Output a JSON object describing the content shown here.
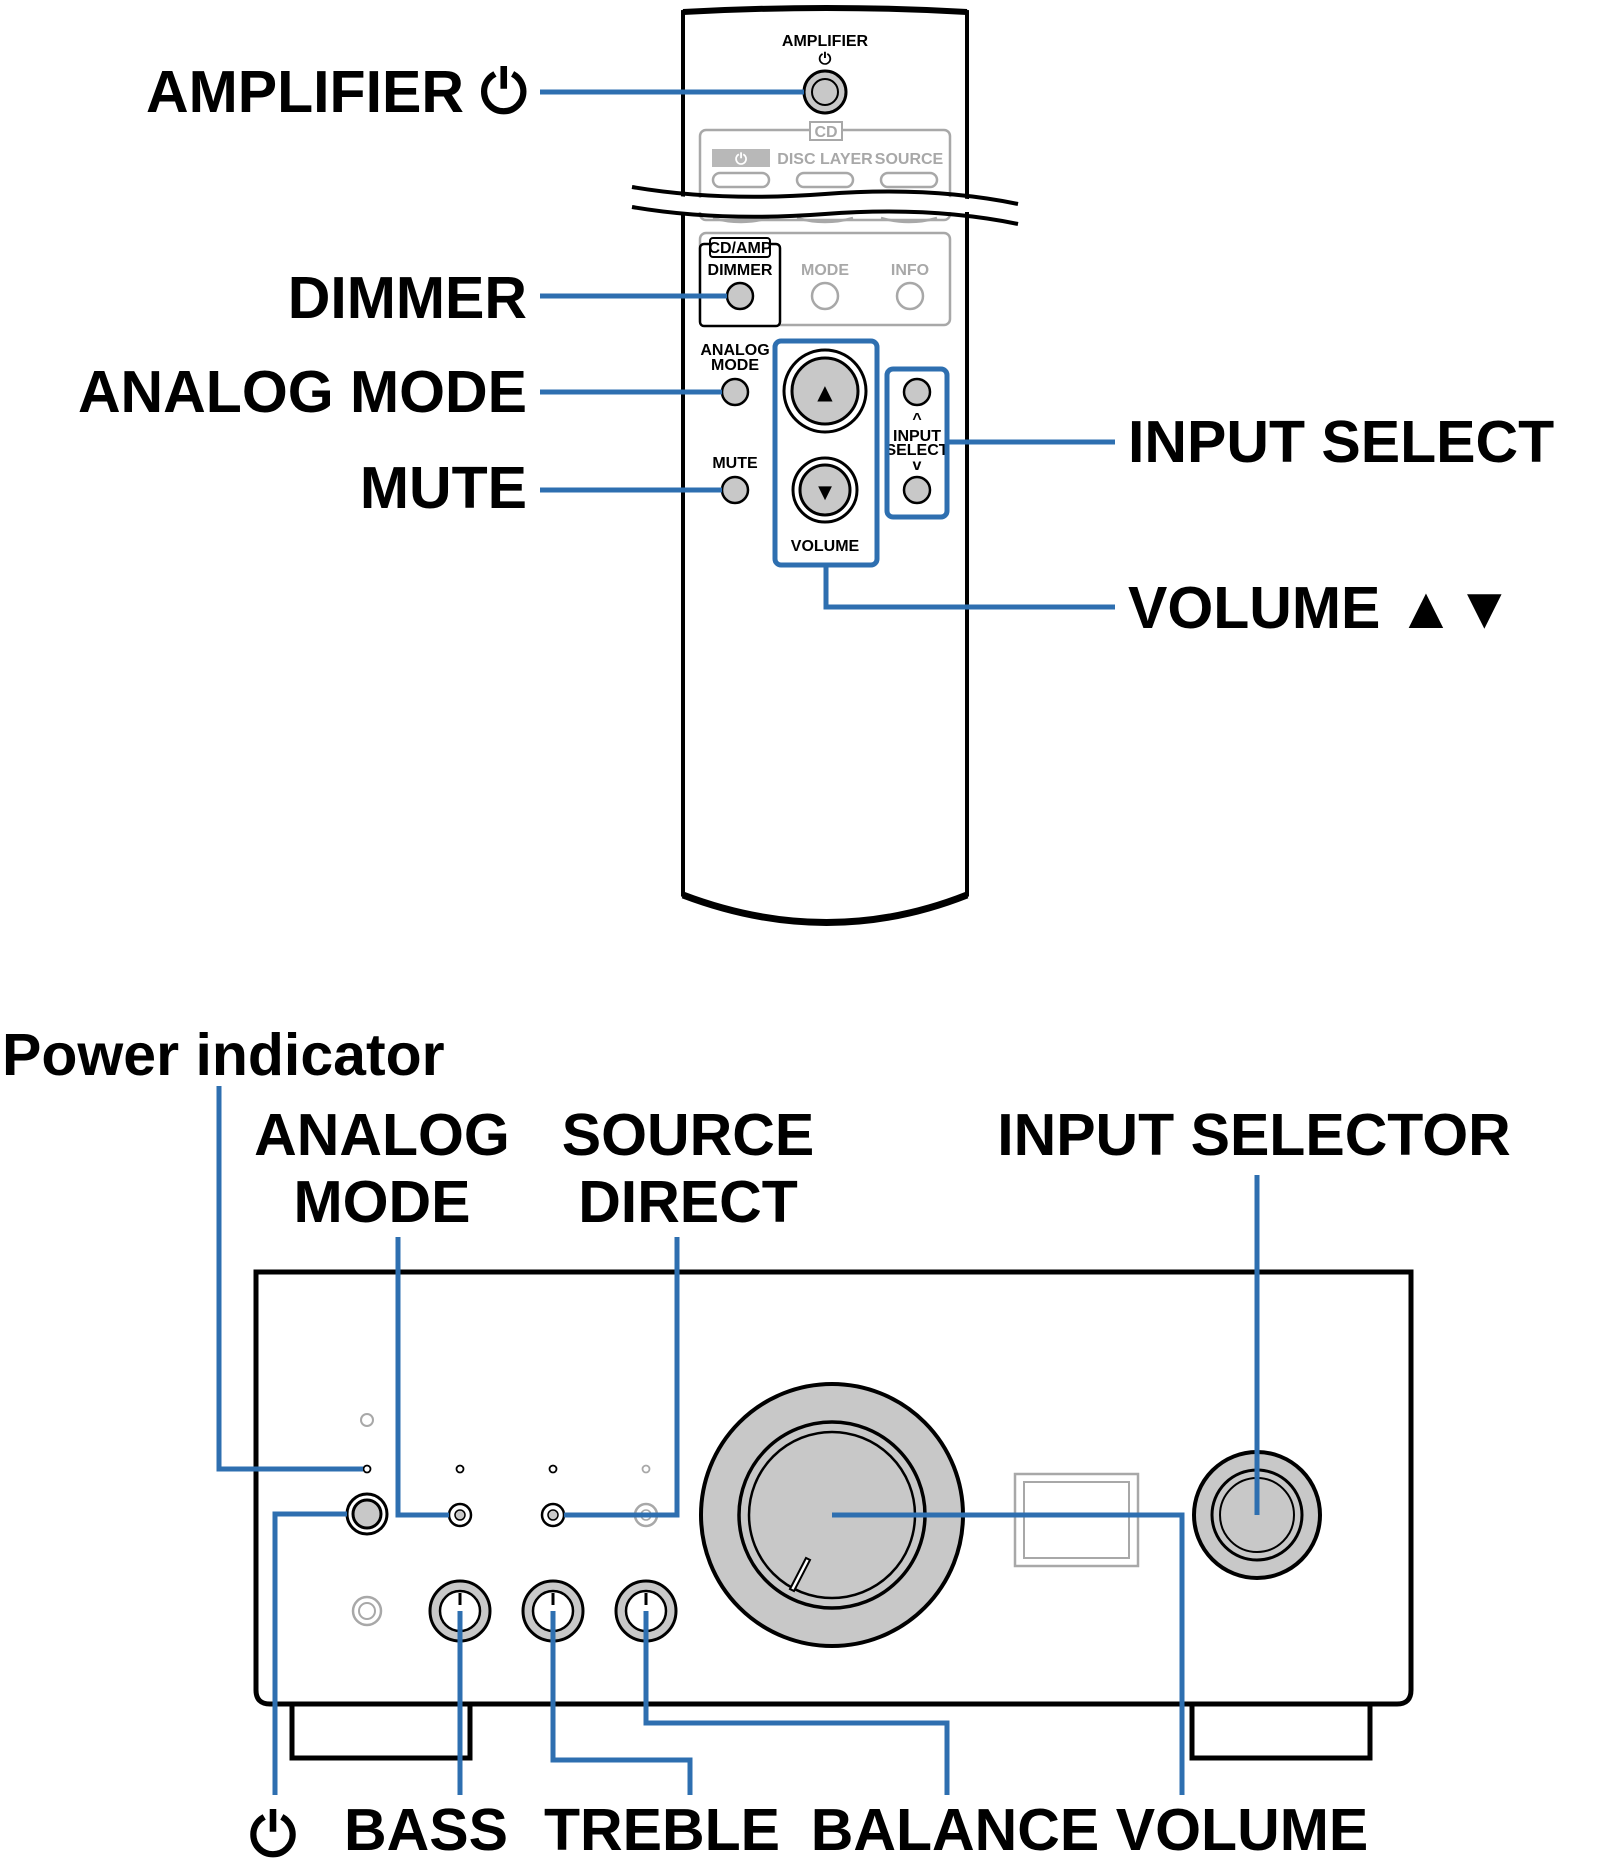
{
  "remote": {
    "labels": {
      "amplifier": "AMPLIFIER ⏻",
      "dimmer": "DIMMER",
      "analog_mode": "ANALOG MODE",
      "mute": "MUTE",
      "input_select": "INPUT SELECT",
      "volume": "VOLUME ▲▼"
    },
    "small_labels": {
      "amplifier": "AMPLIFIER",
      "power_symbol": "⏻",
      "cd": "CD",
      "disc_layer": "DISC LAYER",
      "source": "SOURCE",
      "cd_amp": "CD/AMP",
      "dimmer": "DIMMER",
      "mode": "MODE",
      "info": "INFO",
      "analog": "ANALOG",
      "mode_line2": "MODE",
      "mute": "MUTE",
      "input": "INPUT",
      "select": "SELECT",
      "volume": "VOLUME",
      "up_arrow": "▲",
      "down_arrow": "▼",
      "caret_up": "^",
      "caret_down": "v"
    }
  },
  "amplifier_panel": {
    "labels": {
      "power_indicator": "Power indicator",
      "analog": "ANALOG",
      "mode": "MODE",
      "source": "SOURCE",
      "direct": "DIRECT",
      "input_selector": "INPUT SELECTOR",
      "power_symbol": "⏻",
      "bass": "BASS",
      "treble": "TREBLE",
      "balance": "BALANCE",
      "volume": "VOLUME"
    }
  },
  "colors": {
    "leader_line": "#2e6fb0",
    "outline": "#000000",
    "inactive": "#a8a8a8",
    "button_fill": "#c8c8c8"
  }
}
